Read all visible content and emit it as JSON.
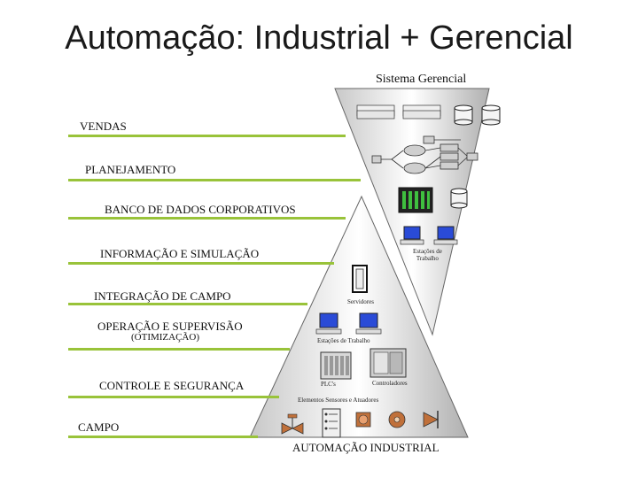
{
  "title": "Automação: Industrial + Gerencial",
  "top_label": "Sistema Gerencial",
  "bottom_label": "AUTOMAÇÃO INDUSTRIAL",
  "levels": {
    "vendas": "VENDAS",
    "planejamento": "PLANEJAMENTO",
    "banco": "BANCO DE DADOS CORPORATIVOS",
    "informacao": "INFORMAÇÃO E SIMULAÇÃO",
    "integracao": "INTEGRAÇÃO DE CAMPO",
    "operacao": "OPERAÇÃO E SUPERVISÃO",
    "otimizacao": "(OTIMIZAÇÃO)",
    "controle": "CONTROLE E SEGURANÇA",
    "campo": "CAMPO"
  },
  "captions": {
    "estacoes_top": "Estações de\nTrabalho",
    "servidores": "Servidores",
    "estacoes_mid": "Estações de Trabalho",
    "plcs": "PLC's",
    "controladores": "Controladores",
    "elementos": "Elementos Sensores e Atuadores"
  },
  "colors": {
    "bar": "#99c33a",
    "triangle": "#777777",
    "accent": "#2a4bd7"
  }
}
